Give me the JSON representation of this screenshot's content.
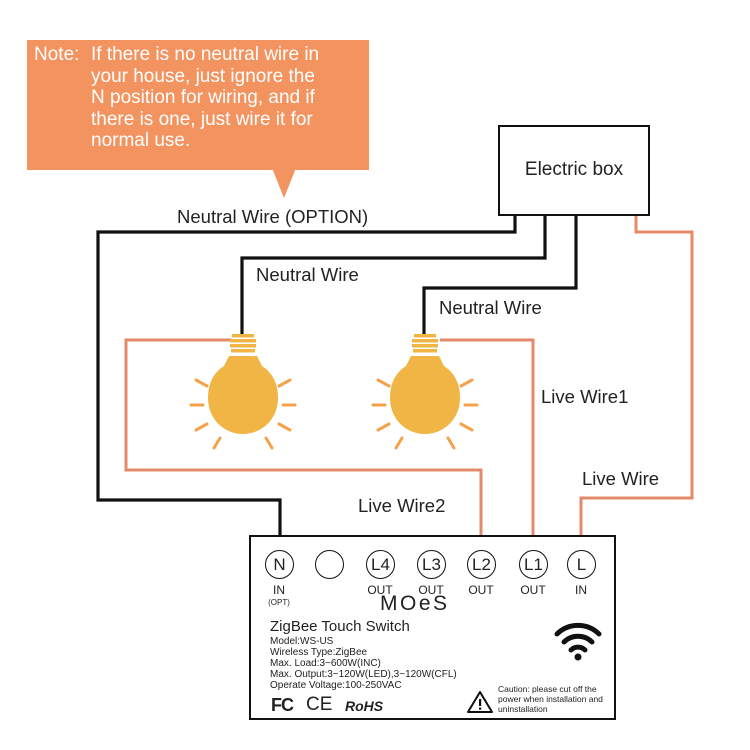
{
  "note": {
    "label": "Note:",
    "lines": [
      "If there is no neutral wire in",
      "your house, just ignore the",
      "N position for wiring, and if",
      "there is one, just wire it for",
      "normal use."
    ]
  },
  "electric_box": "Electric box",
  "wire_labels": {
    "neutral_option": "Neutral Wire (OPTION)",
    "neutral_left": "Neutral Wire",
    "neutral_right": "Neutral Wire",
    "live1": "Live Wire1",
    "live": "Live Wire",
    "live2": "Live Wire2"
  },
  "terminals": [
    {
      "label": "N",
      "sub": "IN",
      "opt": "(OPT)"
    },
    {
      "label": "",
      "sub": ""
    },
    {
      "label": "L4",
      "sub": "OUT"
    },
    {
      "label": "L3",
      "sub": "OUT"
    },
    {
      "label": "L2",
      "sub": "OUT"
    },
    {
      "label": "L1",
      "sub": "OUT"
    },
    {
      "label": "L",
      "sub": "IN"
    }
  ],
  "device": {
    "brand": "MOeS",
    "title": "ZigBee Touch Switch",
    "specs": [
      "Model:WS-US",
      "Wireless Type:ZigBee",
      "Max. Load:3~600W(INC)",
      "Max. Output:3~120W(LED),3~120W(CFL)",
      "Operate Voltage:100-250VAC"
    ],
    "caution": "Caution: please cut off the power when installation and uninstallation",
    "cert_fc": "FC",
    "cert_ce": "CE",
    "cert_rohs": "RoHS",
    "wifi_icon": "wifi-icon",
    "warning_icon": "warning-icon"
  },
  "colors": {
    "note_bg": "#f3935f",
    "live_wire": "#e48a6a",
    "neutral_wire": "#111111",
    "bulb": "#f0b545",
    "rays": "#f3a24a"
  }
}
